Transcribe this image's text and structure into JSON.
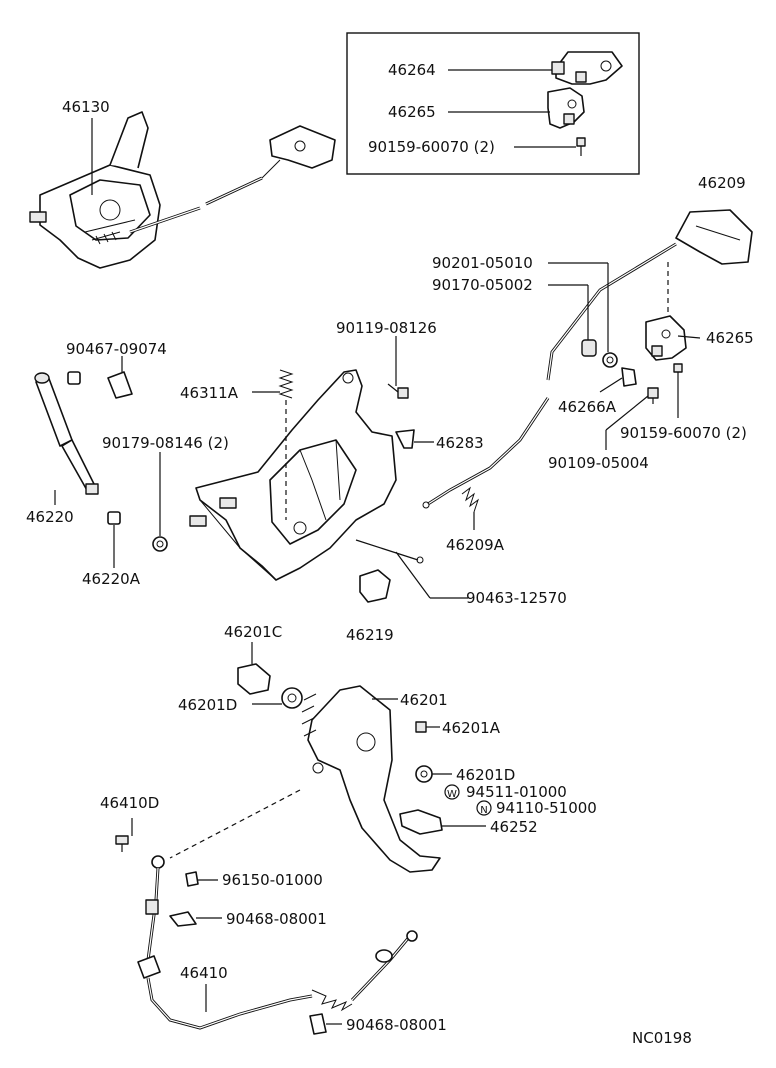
{
  "labels": {
    "p46130": "46130",
    "p46264": "46264",
    "p46265_box": "46265",
    "p90159_box": "90159-60070 (2)",
    "p46209": "46209",
    "p90201": "90201-05010",
    "p90170": "90170-05002",
    "p46265": "46265",
    "p46266A": "46266A",
    "p90159": "90159-60070 (2)",
    "p90109": "90109-05004",
    "p90467": "90467-09074",
    "p90119": "90119-08126",
    "p46311A": "46311A",
    "p46283": "46283",
    "p90179": "90179-08146 (2)",
    "p46220": "46220",
    "p46220A": "46220A",
    "p46209A": "46209A",
    "p90463": "90463-12570",
    "p46219": "46219",
    "p46201C": "46201C",
    "p46201D_top": "46201D",
    "p46201": "46201",
    "p46201A": "46201A",
    "p46201D": "46201D",
    "p94511": "94511-01000",
    "p94110": "94110-51000",
    "p46252": "46252",
    "p46410D": "46410D",
    "p96150": "96150-01000",
    "p90468a": "90468-08001",
    "p46410": "46410",
    "p90468b": "90468-08001",
    "code": "NC0198"
  },
  "markers": {
    "w": "W",
    "n": "N"
  }
}
